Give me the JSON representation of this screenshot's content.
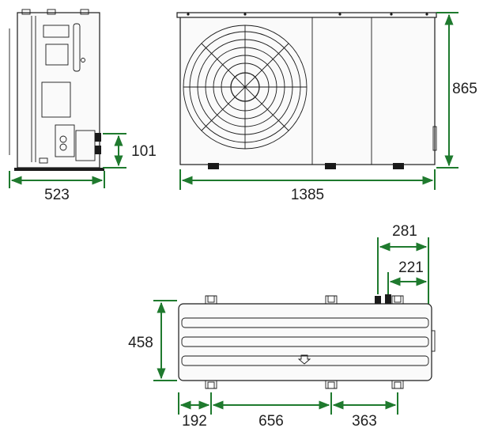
{
  "dimensions": {
    "side_width": "523",
    "pipe_height": "101",
    "front_width": "1385",
    "front_height": "865",
    "connection_281": "281",
    "connection_221": "221",
    "depth": "458",
    "foot_offset": "192",
    "foot_spacing_1": "656",
    "foot_spacing_2": "363"
  },
  "colors": {
    "dimension_line": "#1f7a2e",
    "outline": "#1a1a1a",
    "background": "#ffffff"
  },
  "icons": {
    "side_view": "side-view-drawing",
    "front_view": "front-view-drawing",
    "top_view": "top-view-drawing"
  }
}
